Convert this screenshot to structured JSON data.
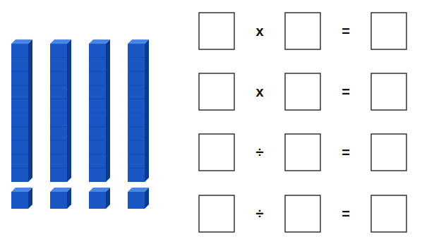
{
  "diagram": {
    "labels": [
      "x",
      "=",
      "x",
      "=",
      "÷",
      "=",
      "÷",
      "="
    ]
  }
}
